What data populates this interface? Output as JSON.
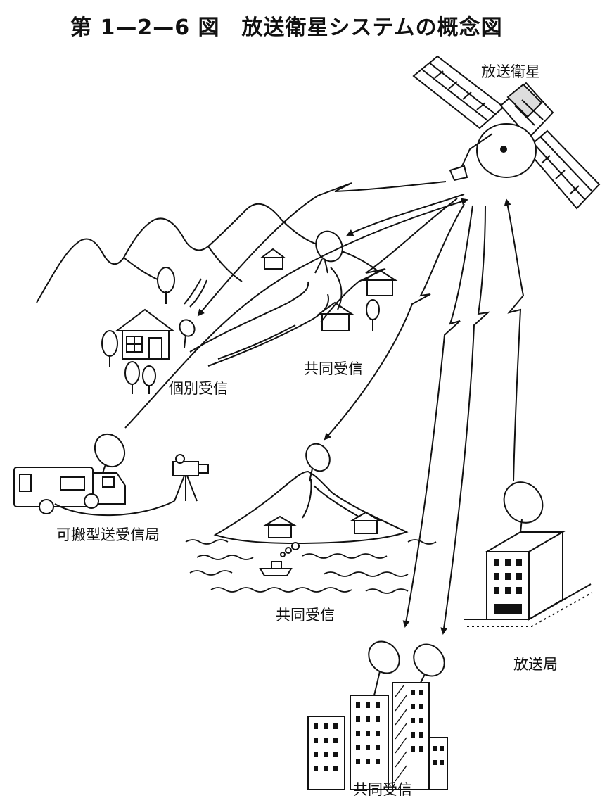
{
  "figure": {
    "title": "第 1—2—6 図　放送衛星システムの概念図"
  },
  "labels": {
    "satellite": "放送衛星",
    "individual_reception": "個別受信",
    "community_reception_valley": "共同受信",
    "community_reception_island": "共同受信",
    "community_reception_city": "共同受信",
    "portable_station": "可搬型送受信局",
    "broadcast_station": "放送局"
  }
}
